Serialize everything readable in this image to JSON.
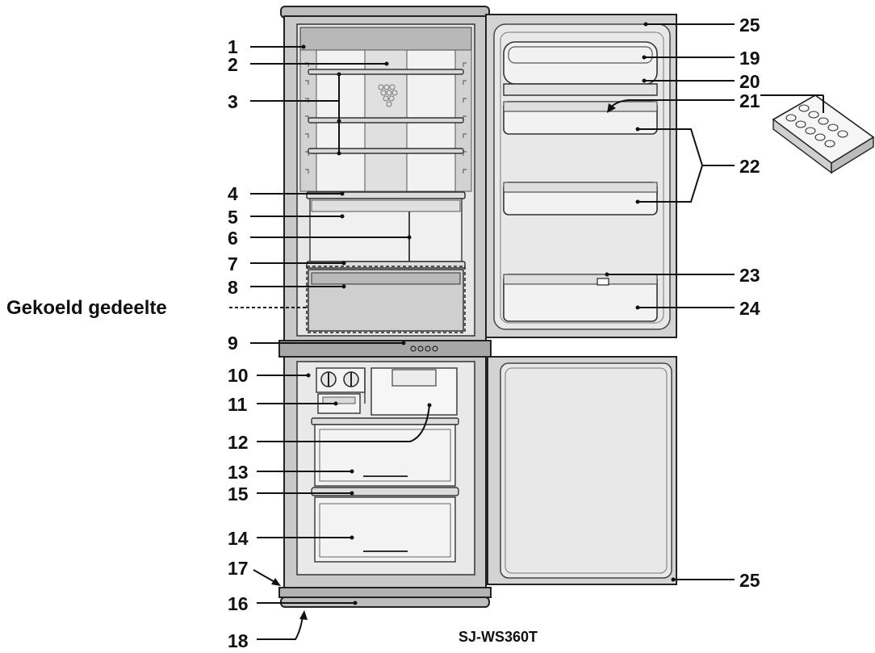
{
  "labels": {
    "l1": "1",
    "l2": "2",
    "l3": "3",
    "l4": "4",
    "l5": "5",
    "l6": "6",
    "l7": "7",
    "l8": "8",
    "l9": "9",
    "l10": "10",
    "l11": "11",
    "l12": "12",
    "l13": "13",
    "l14": "14",
    "l15": "15",
    "l16": "16",
    "l17": "17",
    "l18": "18",
    "l19": "19",
    "l20": "20",
    "l21": "21",
    "l22": "22",
    "l23": "23",
    "l24": "24",
    "l25a": "25",
    "l25b": "25"
  },
  "chilled_label": "Gekoeld gedeelte",
  "model": "SJ-WS360T",
  "colors": {
    "body": "#c8c8c8",
    "interior": "#eeeeee",
    "liner": "#e2e2e2",
    "outline": "#222222"
  }
}
